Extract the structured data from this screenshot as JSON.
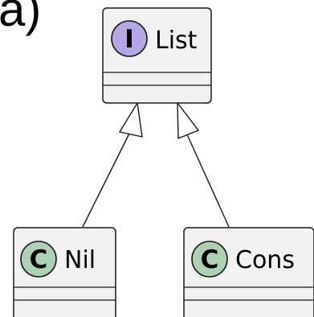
{
  "panel_label": "a)",
  "classes": {
    "list": {
      "stereotype_letter": "I",
      "name": "List",
      "badge_color": "#b4a7e5"
    },
    "nil": {
      "stereotype_letter": "C",
      "name": "Nil",
      "badge_color": "#add1b2"
    },
    "cons": {
      "stereotype_letter": "C",
      "name": "Cons",
      "badge_color": "#add1b2"
    }
  },
  "relationships": [
    {
      "from": "Nil",
      "to": "List",
      "kind": "realization"
    },
    {
      "from": "Cons",
      "to": "List",
      "kind": "realization"
    }
  ]
}
